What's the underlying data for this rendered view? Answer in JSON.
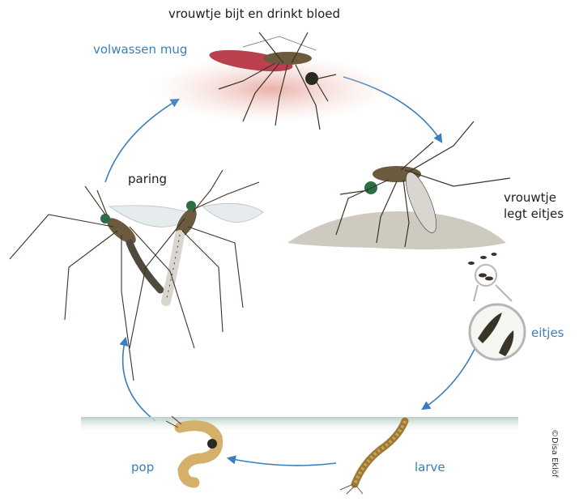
{
  "labels": {
    "top_caption": "vrouwtje bijt en drinkt bloed",
    "adult": "volwassen mug",
    "mating": "paring",
    "female_lays": "vrouwtje\nlegt eitjes",
    "eggs": "eitjes",
    "larva": "larve",
    "pupa": "pop",
    "credit": "©Disa Eklöf"
  },
  "colors": {
    "accent": "#3a7fbd",
    "text": "#1d1d1b",
    "blood_skin": "#e7a8a0",
    "mosquito_body": "#6b5a3e",
    "ground": "#cfcac0",
    "water": "#c9dad2"
  },
  "icons": [
    "mosquito-biting-icon",
    "mosquito-laying-eggs-icon",
    "egg-magnifier-icon",
    "larva-icon",
    "pupa-icon",
    "mating-mosquitoes-icon",
    "cycle-arrow-icon"
  ]
}
